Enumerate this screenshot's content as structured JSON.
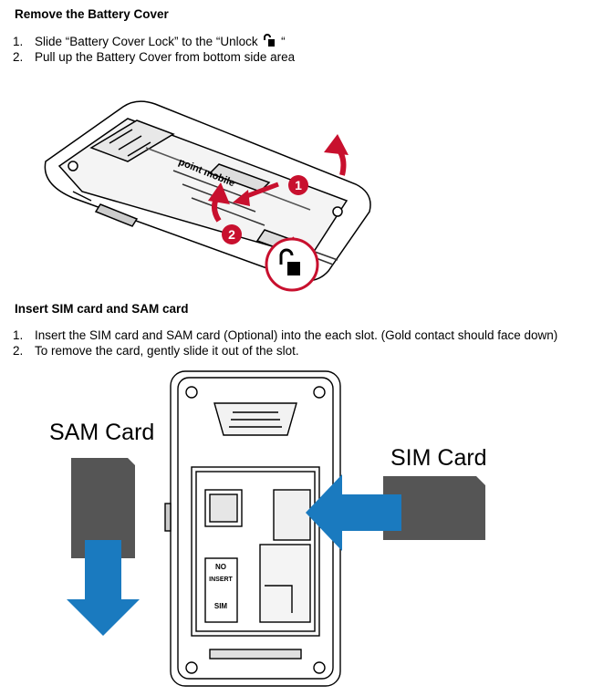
{
  "section1": {
    "heading": "Remove the Battery Cover",
    "steps": [
      {
        "num": "1.",
        "text_before": "Slide “Battery Cover Lock” to the “Unlock",
        "text_after": "“"
      },
      {
        "num": "2.",
        "text": "Pull up the Battery Cover from bottom side area"
      }
    ],
    "figure": {
      "brand_text": "point mobile",
      "markers": [
        "1",
        "2"
      ],
      "icons": [
        "unlock-icon"
      ]
    }
  },
  "section2": {
    "heading": "Insert SIM card and SAM card",
    "steps": [
      {
        "num": "1.",
        "text": "Insert the SIM card and SAM card (Optional) into the each slot. (Gold contact should face down)"
      },
      {
        "num": "2.",
        "text": "To remove the card, gently slide it out of the slot."
      }
    ],
    "figure": {
      "sam_label": "SAM Card",
      "sim_label": "SIM Card",
      "slot_labels": [
        "NO",
        "INSERT",
        "SIM"
      ],
      "accent": "#1a7abf",
      "card_color": "#555555"
    }
  }
}
